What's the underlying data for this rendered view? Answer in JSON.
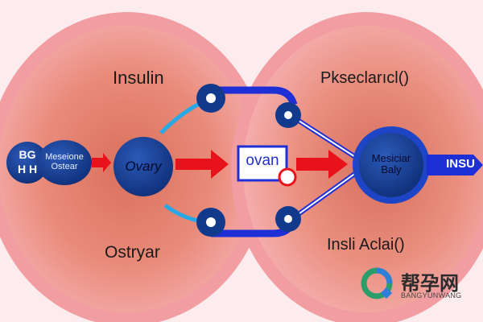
{
  "labels": {
    "insulin": "Insulin",
    "pituitary": "Pkseclarıcl()",
    "ostryar": "Ostryar",
    "insulin_action": "Insli Aclai()"
  },
  "nodes": {
    "left_badge_1": "BG",
    "left_badge_2": "H H",
    "hormone": "Meseione\nOstear",
    "ovary": "Ovary",
    "ovan": "ovan",
    "metabolism": "Mesiciar\nBaly",
    "insulin_tag": "INSU"
  },
  "watermark": {
    "chinese": "帮孕网",
    "english": "BANGYUNWANG"
  },
  "colors": {
    "cell_pink": "#f4a3a6",
    "cell_inner": "#e9826f",
    "navy": "#123a8c",
    "blue_bar": "#1f2fd6",
    "arrow_red": "#e8121a",
    "cyan": "#29a8e6"
  },
  "icons": [
    "receptor-icon",
    "arrow-right-icon",
    "logo-icon"
  ]
}
